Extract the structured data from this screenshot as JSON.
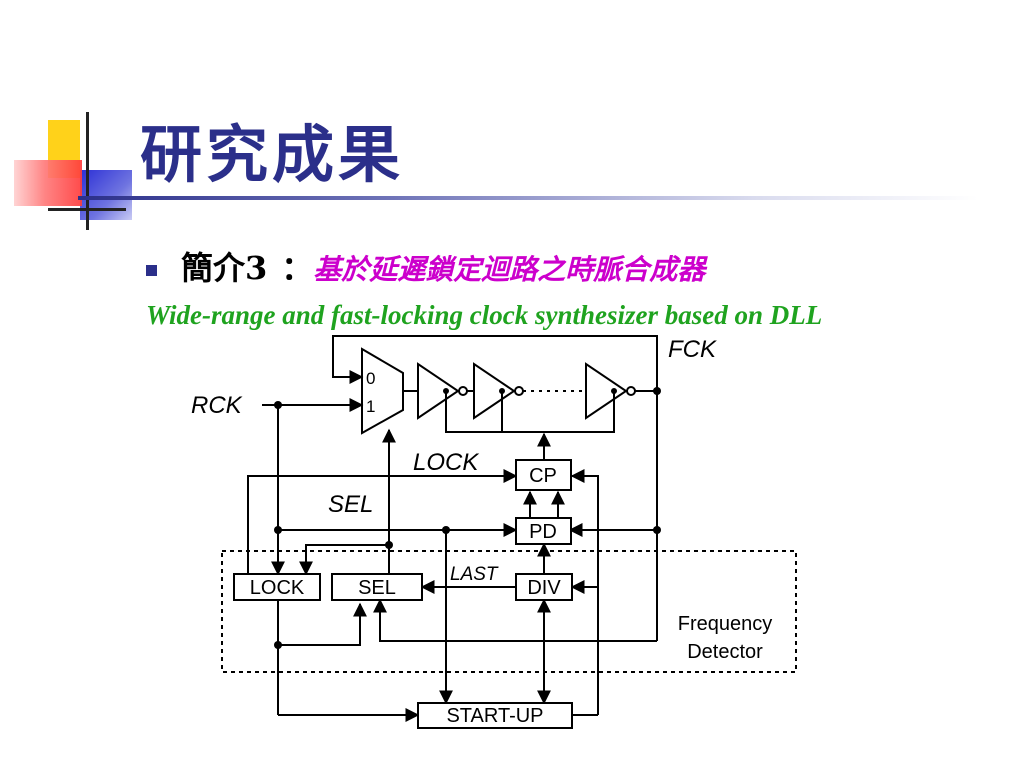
{
  "slide": {
    "title": "研究成果",
    "bullet": {
      "head": "簡介3",
      "colon": "：",
      "sub": "基於延遲鎖定迴路之時脈合成器"
    },
    "subtitle": "Wide-range and fast-locking clock synthesizer based on DLL"
  },
  "diagram": {
    "signals": {
      "fck": "FCK",
      "rck": "RCK",
      "lock": "LOCK",
      "sel": "SEL",
      "last": "LAST"
    },
    "mux_inputs": [
      "0",
      "1"
    ],
    "blocks": {
      "cp": "CP",
      "pd": "PD",
      "div": "DIV",
      "lock": "LOCK",
      "sel": "SEL",
      "startup": "START-UP"
    },
    "region_label": [
      "Frequency",
      "Detector"
    ]
  },
  "colors": {
    "title": "#2b2f8a",
    "subtitle": "#1fa31f",
    "chinese_sub": "#cc00cc",
    "deco_yellow": "#ffd21a",
    "deco_red": "#ff4d4d",
    "deco_blue": "#2b2fd6"
  }
}
